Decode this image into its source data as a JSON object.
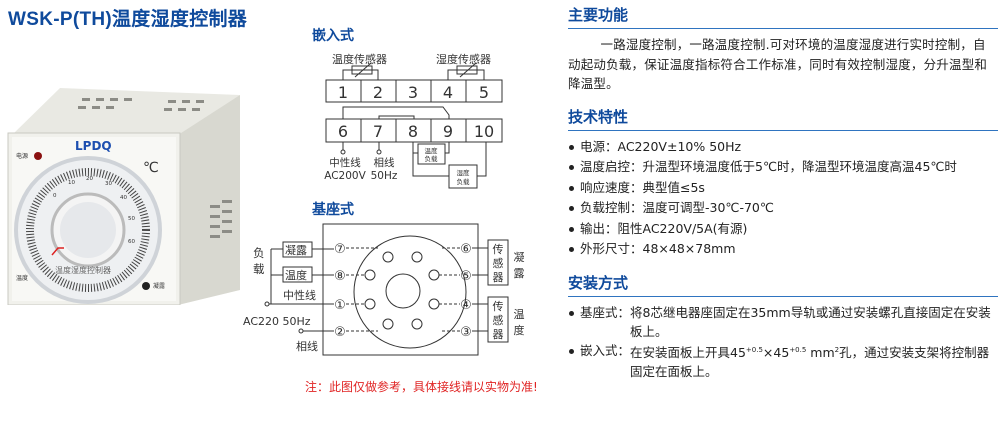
{
  "title": "WSK-P(TH)温度湿度控制器",
  "product": {
    "brand": "LPDQ",
    "unit": "℃",
    "panel_label": "温度湿度控制器",
    "power_label": "电源",
    "temp_label": "温度",
    "condense_label": "凝露",
    "scale": [
      "0",
      "10",
      "20",
      "30",
      "40",
      "50",
      "60"
    ]
  },
  "embedded": {
    "heading": "嵌入式",
    "temp_sensor": "温度传感器",
    "humid_sensor": "湿度传感器",
    "row1": [
      "1",
      "2",
      "3",
      "4",
      "5"
    ],
    "row2": [
      "6",
      "7",
      "8",
      "9",
      "10"
    ],
    "neutral": "中性线",
    "ac": "AC200V",
    "phase": "相线",
    "freq": "50Hz",
    "temp_load": [
      "温度",
      "负载"
    ],
    "humid_load": [
      "湿度",
      "负载"
    ]
  },
  "base": {
    "heading": "基座式",
    "load": [
      "负",
      "载"
    ],
    "condense_box": "凝露",
    "temp_box": "温度",
    "neutral": "中性线",
    "ac": "AC220 50Hz",
    "phase": "相线",
    "left_pins": [
      "⑦",
      "⑧",
      "①",
      "②"
    ],
    "right_pins": [
      "⑥",
      "⑤",
      "④",
      "③"
    ],
    "sensor": [
      "传",
      "感",
      "器"
    ],
    "condense": [
      "凝",
      "露"
    ],
    "temp": [
      "温",
      "度"
    ]
  },
  "note": "注：此图仅做参考，具体接线请以实物为准!",
  "functions": {
    "heading": "主要功能",
    "text": "一路湿度控制，一路温度控制.可对环境的温度湿度进行实时控制，自动起动负载，保证温度指标符合工作标准，同时有效控制湿度，分升温型和降温型。"
  },
  "specs": {
    "heading": "技术特性",
    "items": [
      "电源：AC220V±10% 50Hz",
      "温度启控：升温型环境温度低于5℃时，降温型环境温度高温45℃时",
      "响应速度：典型值≤5s",
      "负载控制：温度可调型-30℃-70℃",
      "输出：阻性AC220V/5A(有源)",
      "外形尺寸：48×48×78mm"
    ]
  },
  "install": {
    "heading": "安装方式",
    "base_key": "基座式：",
    "base_text": "将8芯继电器座固定在35mm导轨或通过安装螺孔直接固定在安装板上。",
    "embed_key": "嵌入式：",
    "embed_pre": "在安装面板上开具45",
    "tol1": "+0.5",
    "mid": "×45",
    "tol2": "+0.5",
    "unit": " mm",
    "sq": "2",
    "embed_post": "孔，通过安装支架将控制器固定在面板上。"
  }
}
